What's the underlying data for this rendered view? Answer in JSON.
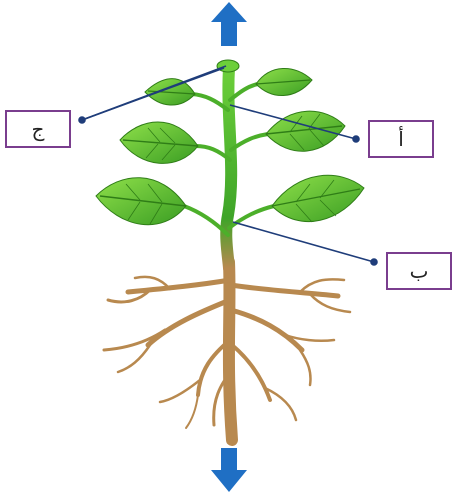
{
  "labels": {
    "jeem": "ج",
    "alef": "أ",
    "beh": "ب"
  },
  "colors": {
    "arrow": "#1f6fc4",
    "leaf": "#5cbf2e",
    "leaf_vein": "#2f7d17",
    "stem": "#4caf2a",
    "root": "#b8894f",
    "pointer_line": "#1f3d7a",
    "box_border": "#7a3e8e"
  },
  "icons": {
    "top_arrow": "arrow-up-icon",
    "bottom_arrow": "arrow-down-icon"
  }
}
